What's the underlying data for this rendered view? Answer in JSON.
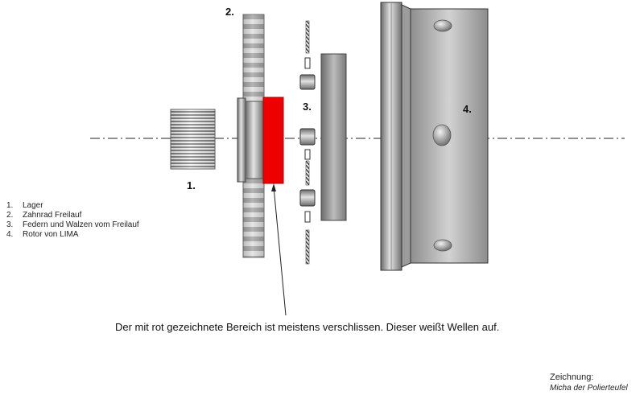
{
  "labels": {
    "part1": "1.",
    "part2": "2.",
    "part3": "3.",
    "part4": "4."
  },
  "legend": [
    {
      "num": "1.",
      "text": "Lager"
    },
    {
      "num": "2.",
      "text": "Zahnrad Freilauf"
    },
    {
      "num": "3.",
      "text": "Federn und Walzen  vom Freilauf"
    },
    {
      "num": "4.",
      "text": "Rotor von LIMA"
    }
  ],
  "note": "Der mit rot gezeichnete Bereich ist meistens verschlissen. Dieser weißt Wellen auf.",
  "credit": {
    "line1": "Zeichnung:",
    "line2": "Micha der Polierteufel"
  },
  "colors": {
    "worn_area": "#ee0000",
    "metal_dark": "#6f6f6f",
    "metal_light": "#d6d6d6"
  }
}
